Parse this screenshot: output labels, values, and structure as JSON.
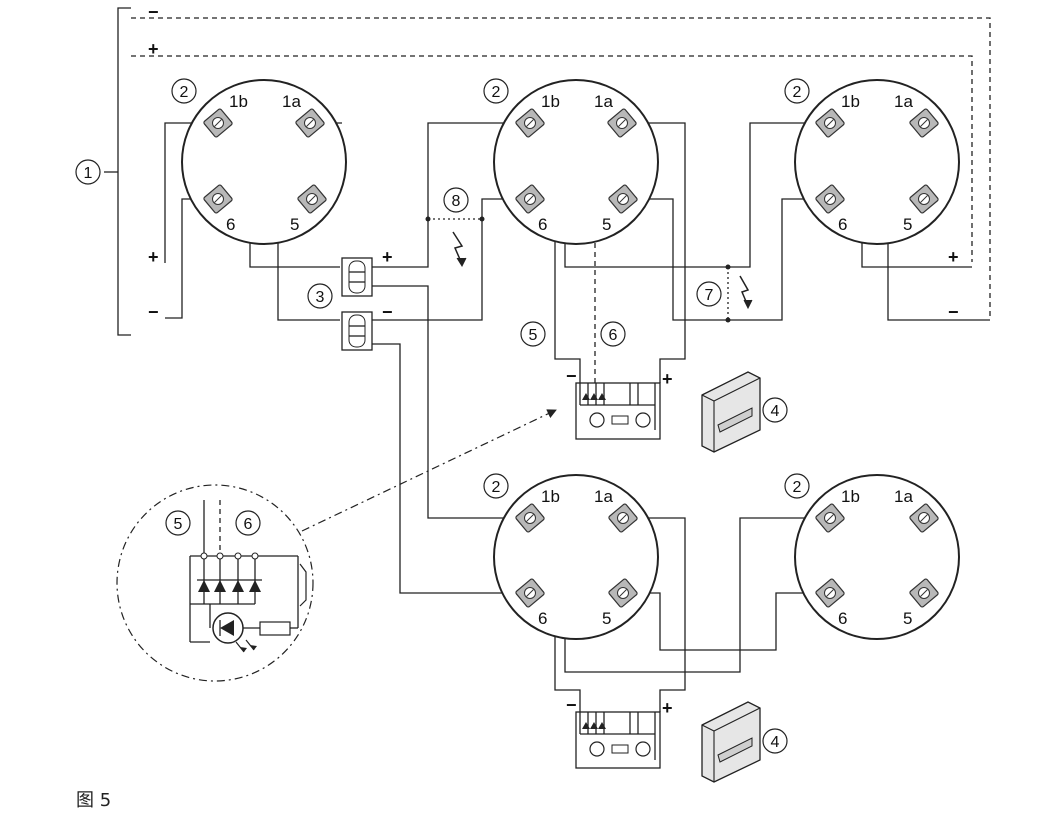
{
  "labels": {
    "callout_1": "1",
    "callout_2": "2",
    "callout_3": "3",
    "callout_4": "4",
    "callout_5": "5",
    "callout_6": "6",
    "callout_7": "7",
    "callout_8": "8"
  },
  "terminals": {
    "t1b": "1b",
    "t1a": "1a",
    "t6": "6",
    "t5": "5"
  },
  "polarity": {
    "plus": "+",
    "minus": "−"
  },
  "caption": "图 5"
}
